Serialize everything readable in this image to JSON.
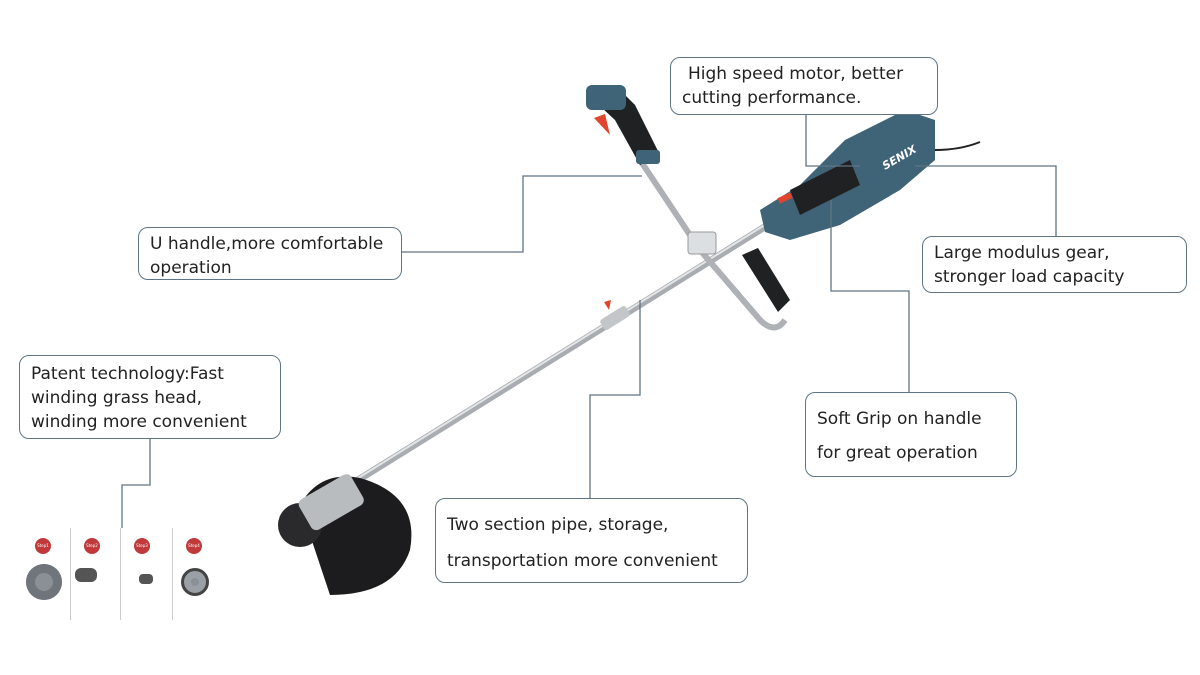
{
  "callouts": {
    "motor": [
      "High speed motor, better",
      "cutting performance."
    ],
    "gear": [
      "Large modulus gear,",
      "stronger load capacity"
    ],
    "u_handle": [
      "U handle,more comfortable",
      "operation"
    ],
    "soft_grip": [
      "Soft Grip on handle",
      "for great  operation"
    ],
    "pipe": [
      "Two section pipe, storage,",
      "transportation more convenient"
    ],
    "patent": [
      "Patent technology:Fast",
      "winding grass head,",
      "winding more convenient"
    ]
  },
  "product": {
    "brand": "SENIX"
  },
  "steps": [
    "Step1",
    "Step2",
    "Step3",
    "Step4"
  ],
  "colors": {
    "line": "#5f7583",
    "housing": "#3f6478",
    "accent": "#e0452e",
    "grip": "#222222",
    "badge": "#c0393b"
  }
}
